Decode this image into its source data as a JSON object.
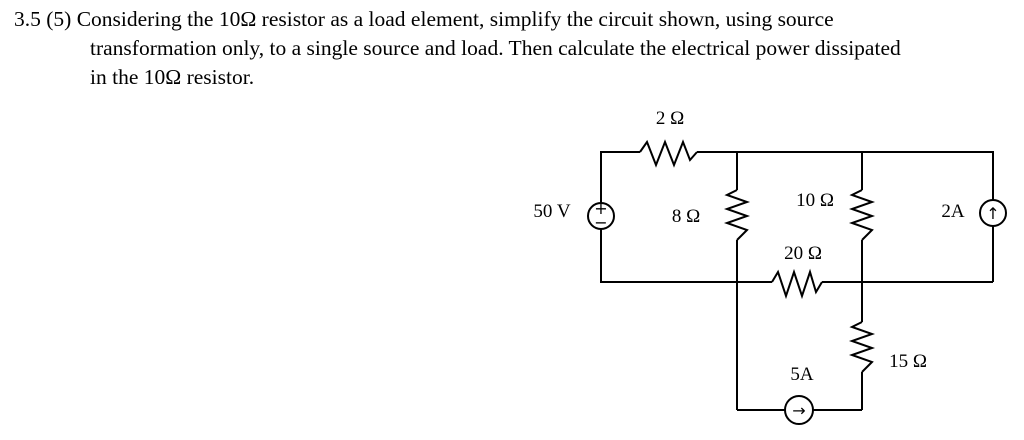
{
  "problem": {
    "line1": "3.5 (5) Considering the 10Ω resistor as a load element, simplify the circuit shown, using source",
    "line2": "transformation only, to a single source and load.  Then calculate the electrical power dissipated",
    "line3": "in the 10Ω resistor."
  },
  "circuit": {
    "labels": {
      "r_2": "2 Ω",
      "r_8": "8 Ω",
      "r_10": "10 Ω",
      "r_20": "20 Ω",
      "r_15": "15 Ω",
      "v_50": "50 V",
      "i_2": "2A",
      "i_5": "5A"
    },
    "symbols": {
      "voltage_plus": "+",
      "voltage_minus": "−",
      "current_up": "↑",
      "current_right": "→"
    }
  }
}
